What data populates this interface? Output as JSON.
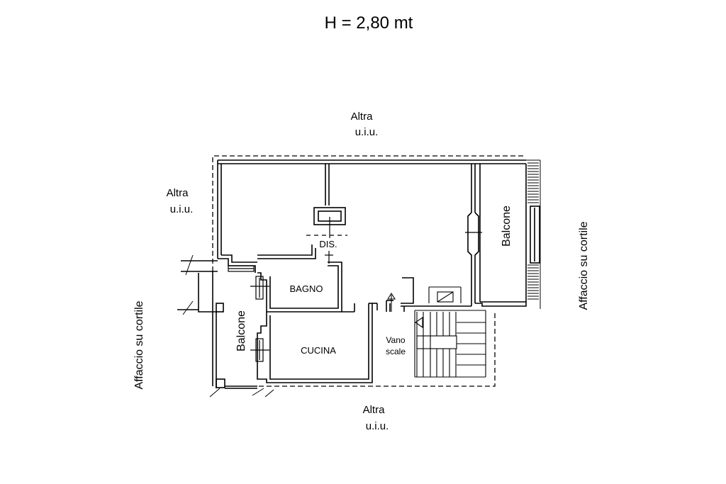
{
  "title": "H = 2,80 mt",
  "labels": {
    "altra_top_1": "Altra",
    "altra_top_2": "u.i.u.",
    "altra_left_1": "Altra",
    "altra_left_2": "u.i.u.",
    "altra_bottom_1": "Altra",
    "altra_bottom_2": "u.i.u.",
    "affaccio_left": "Affaccio su cortile",
    "affaccio_right": "Affaccio su cortile"
  },
  "rooms": {
    "dis": "DIS.",
    "bagno": "BAGNO",
    "cucina": "CUCINA",
    "vano_1": "Vano",
    "vano_2": "scale",
    "balcone_left": "Balcone",
    "balcone_right": "Balcone"
  },
  "colors": {
    "line": "#000000",
    "background": "#ffffff"
  }
}
